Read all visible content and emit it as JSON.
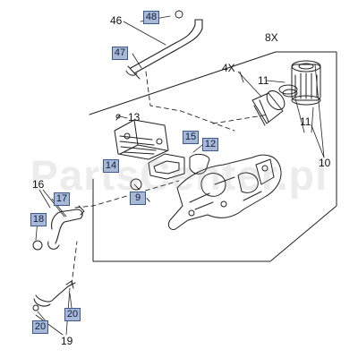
{
  "callouts": {
    "c46": "46",
    "c48": "48",
    "c47": "47",
    "c8x": "8X",
    "c4x": "4X",
    "c11a": "11",
    "c11b": "11",
    "c10": "10",
    "c13": "13",
    "c15": "15",
    "c12": "12",
    "c14": "14",
    "c9": "9",
    "c16": "16",
    "c17": "17",
    "c18": "18",
    "c20a": "20",
    "c20b": "20",
    "c19": "19"
  },
  "watermark": "PartsCenter.pl",
  "colors": {
    "callout_fill": "#a7b9d6",
    "callout_border": "#3d5a8a",
    "line": "#222222"
  }
}
